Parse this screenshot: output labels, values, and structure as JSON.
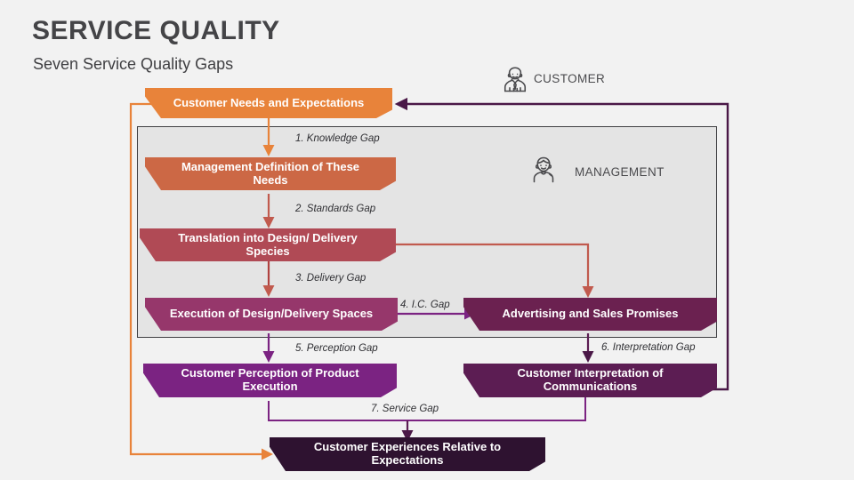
{
  "header": {
    "title": "SERVICE QUALITY",
    "subtitle": "Seven Service Quality Gaps"
  },
  "roles": {
    "customer": {
      "label": "CUSTOMER",
      "icon": "customer-person-icon"
    },
    "management": {
      "label": "MANAGEMENT",
      "icon": "management-person-icon"
    }
  },
  "nodes": [
    {
      "id": "customer-needs",
      "label": "Customer Needs and Expectations",
      "color": "#e8833a"
    },
    {
      "id": "management-definition",
      "label": "Management Definition of These Needs",
      "color": "#cc6845"
    },
    {
      "id": "translation-design",
      "label": "Translation into Design/ Delivery Species",
      "color": "#b04a55"
    },
    {
      "id": "execution-design",
      "label": "Execution of Design/Delivery Spaces",
      "color": "#96376b"
    },
    {
      "id": "advertising-promises",
      "label": "Advertising and Sales Promises",
      "color": "#6b2150"
    },
    {
      "id": "customer-perception",
      "label": "Customer  Perception of Product Execution",
      "color": "#7b2382"
    },
    {
      "id": "customer-interpretation",
      "label": "Customer Interpretation of Communications",
      "color": "#5c1d53"
    },
    {
      "id": "customer-experiences",
      "label": "Customer Experiences Relative to Expectations",
      "color": "#2e1230"
    }
  ],
  "gaps": [
    {
      "id": "gap-1",
      "label": "1. Knowledge Gap"
    },
    {
      "id": "gap-2",
      "label": "2. Standards Gap"
    },
    {
      "id": "gap-3",
      "label": "3. Delivery Gap"
    },
    {
      "id": "gap-4",
      "label": "4. I.C. Gap"
    },
    {
      "id": "gap-5",
      "label": "5. Perception Gap"
    },
    {
      "id": "gap-6",
      "label": "6. Interpretation Gap"
    },
    {
      "id": "gap-7",
      "label": "7. Service Gap"
    }
  ],
  "colors": {
    "background": "#f2f2f2",
    "management_panel": "#e4e4e4",
    "panel_border": "#3f3f42",
    "orange_connector": "#e8833a",
    "red_connector": "#c15a4e",
    "purple_connector": "#7b2382",
    "deep_purple_connector": "#4a1847",
    "title_text": "#444447"
  }
}
